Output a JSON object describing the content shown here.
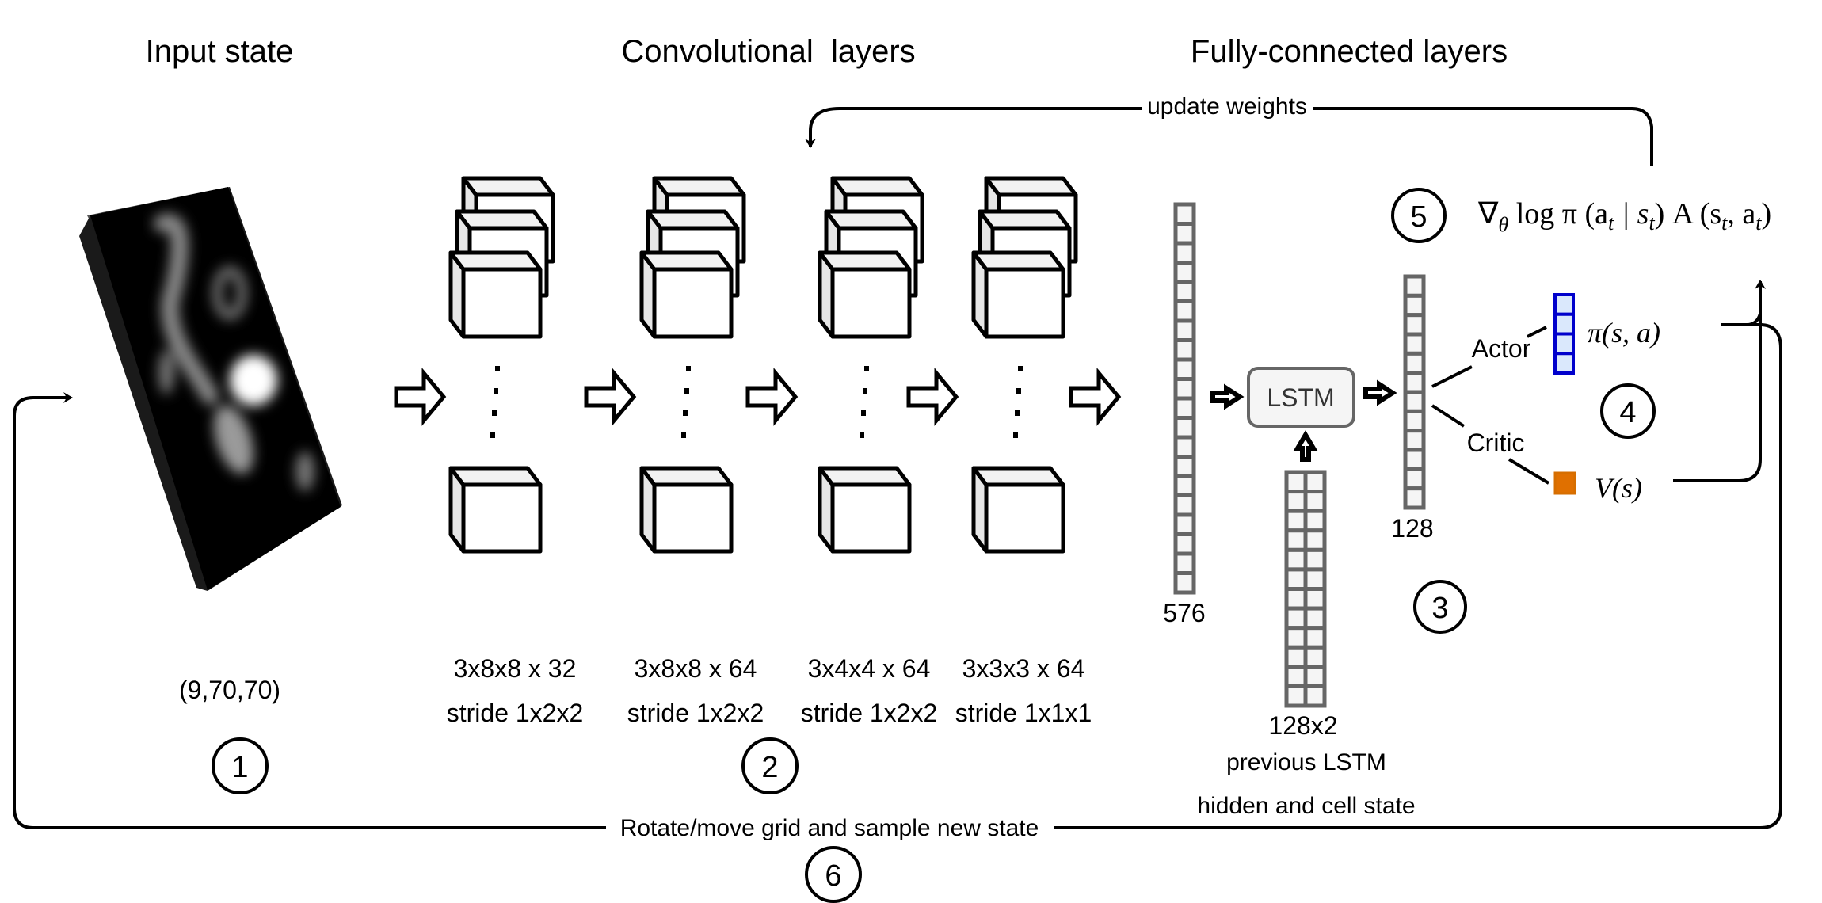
{
  "titles": {
    "input": "Input state",
    "conv": "Convolutional  layers",
    "fc": "Fully-connected layers"
  },
  "input": {
    "shape_label": "(9,70,70)",
    "step": "1"
  },
  "conv_layers": [
    {
      "kernel": "3x8x8 x 32",
      "stride": "stride 1x2x2"
    },
    {
      "kernel": "3x8x8 x 64",
      "stride": "stride 1x2x2"
    },
    {
      "kernel": "3x4x4 x 64",
      "stride": "stride 1x2x2"
    },
    {
      "kernel": "3x3x3 x 64",
      "stride": "stride 1x1x1"
    }
  ],
  "conv_step": "2",
  "flatten": {
    "size_label": "576",
    "cells": 20
  },
  "lstm": {
    "label": "LSTM",
    "prev_state_size": "128x2",
    "prev_state_label_1": "previous LSTM",
    "prev_state_label_2": "hidden and cell state",
    "prev_state_rows": 12
  },
  "fc_out": {
    "size_label": "128",
    "cells": 12,
    "step": "3"
  },
  "heads": {
    "actor_label": "Actor",
    "critic_label": "Critic",
    "policy_label": "π(s, a)",
    "value_label": "V(s)",
    "actor_cells": 4,
    "step": "4",
    "actor_color": "#0000cc",
    "actor_fill": "#dae8fc",
    "critic_color": "#d66e00",
    "critic_fill": "#e07000"
  },
  "gradient": {
    "formula_nabla": "∇",
    "formula_theta": "θ",
    "formula_rest": " log π (a",
    "formula_t1": "t",
    "formula_mid": " | s",
    "formula_t2": "t",
    "formula_adv": ") A (s",
    "formula_t3": "t",
    "formula_comma": ", a",
    "formula_t4": "t",
    "formula_close": ")",
    "step": "5"
  },
  "loops": {
    "update_weights": "update weights",
    "resample": "Rotate/move grid and sample new state",
    "resample_step": "6"
  }
}
